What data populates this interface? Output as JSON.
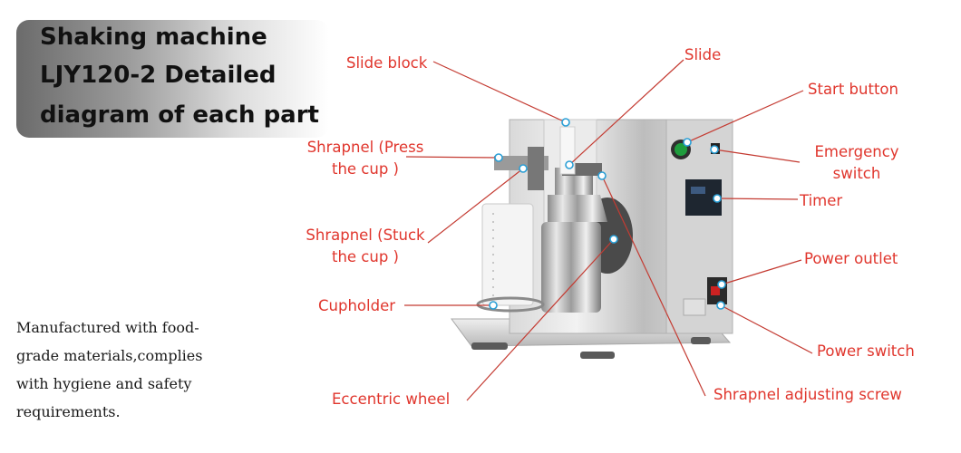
{
  "title": {
    "line1": "Shaking machine",
    "line2": "LJY120-2 Detailed",
    "line3": "diagram of each part"
  },
  "description": {
    "line1": "Manufactured with food-",
    "line2": "grade materials,complies",
    "line3": "with hygiene and safety",
    "line4": "requirements."
  },
  "labels": {
    "slide_block": "Slide block",
    "slide": "Slide",
    "start_button": "Start button",
    "shrapnel_press_1": "Shrapnel (Press",
    "shrapnel_press_2": "the cup )",
    "emergency_1": "Emergency",
    "emergency_2": "switch",
    "timer": "Timer",
    "shrapnel_stuck_1": "Shrapnel (Stuck",
    "shrapnel_stuck_2": "the cup )",
    "power_outlet": "Power  outlet",
    "cupholder": "Cupholder",
    "power_switch": "Power switch",
    "eccentric_wheel": "Eccentric wheel",
    "shrapnel_adjusting_screw": "Shrapnel adjusting screw"
  },
  "colors": {
    "label_red": "#e0362d",
    "leader_line": "#c43b32",
    "marker": "#2a9fd6"
  }
}
